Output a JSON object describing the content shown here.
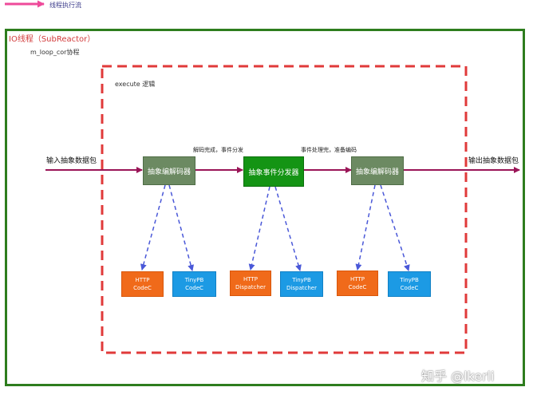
{
  "legend": {
    "text": "线程执行流"
  },
  "outer": {
    "title": "IO线程（SubReactor）"
  },
  "coroutine": {
    "label": "m_loop_cor协程"
  },
  "execute": {
    "label": "execute 逻辑"
  },
  "flow": {
    "input": "输入抽象数据包",
    "output": "输出抽象数据包"
  },
  "stages": [
    {
      "label": "抽象编解码器",
      "caption": "解码完成，事件分发"
    },
    {
      "label": "抽象事件分发器",
      "caption": "事件处理完，准备编码"
    },
    {
      "label": "抽象编解码器"
    }
  ],
  "impls": [
    {
      "label": "HTTP\nCodeC"
    },
    {
      "label": "TinyPB\nCodeC"
    },
    {
      "label": "HTTP\nDispatcher"
    },
    {
      "label": "TinyPB\nDispatcher"
    },
    {
      "label": "HTTP\nCodeC"
    },
    {
      "label": "TinyPB\nCodeC"
    }
  ],
  "watermark": "知乎 @lkerli",
  "colors": {
    "flow_arrow": "#9a1557",
    "legend_arrow": "#ee4a9a",
    "dashed_frame": "#e03a3a",
    "outer_frame": "#2e7d1e",
    "dashed_link": "#4a58d8"
  }
}
